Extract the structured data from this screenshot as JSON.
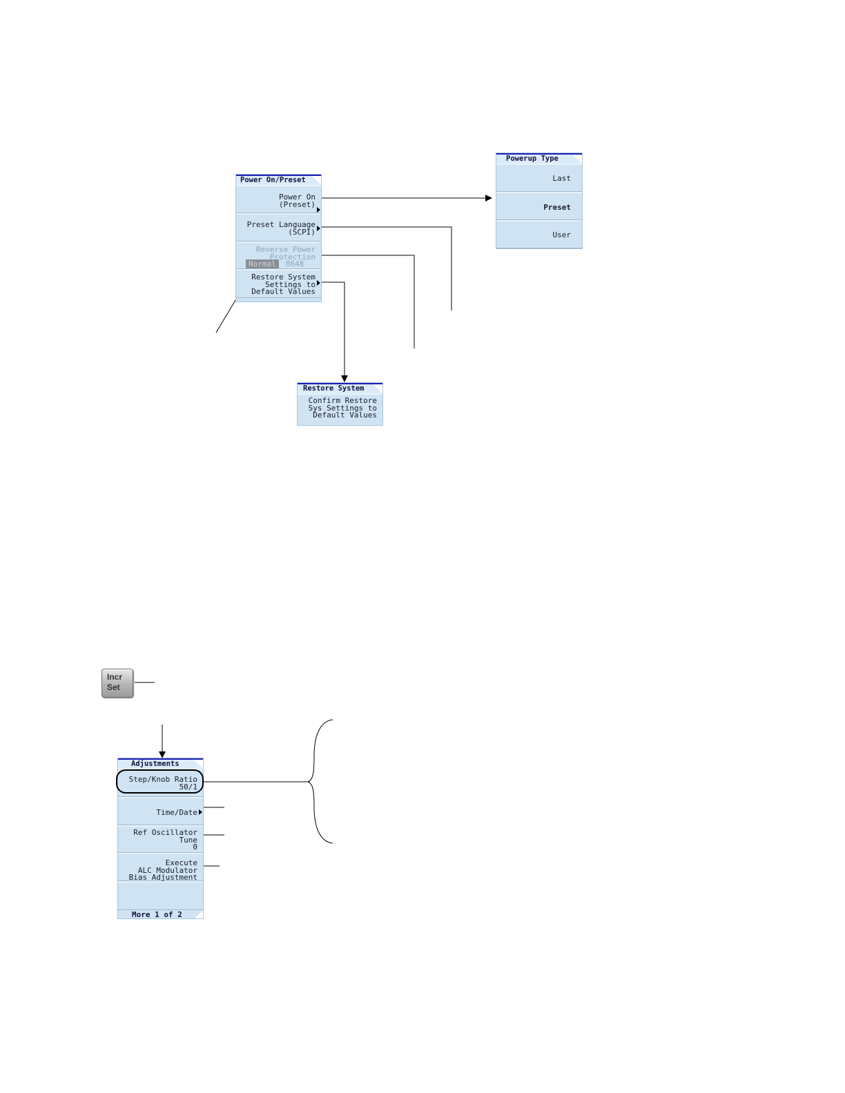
{
  "power_menu": {
    "title": "Power On/Preset",
    "keys": [
      {
        "line1": "Power On",
        "line2": "(Preset)"
      },
      {
        "line1": "Preset Language",
        "line2": "(SCPI)"
      },
      {
        "line1": "Reverse Power",
        "line2": "Protection",
        "toggle_on": "Normal",
        "toggle_off": "8648"
      },
      {
        "line1": "Restore System",
        "line2": "Settings to",
        "line3": "Default Values"
      }
    ]
  },
  "powerup_menu": {
    "title": "Powerup Type",
    "keys": [
      {
        "label": "Last"
      },
      {
        "label": "Preset"
      },
      {
        "label": "User"
      }
    ]
  },
  "restore_menu": {
    "title": "Restore System",
    "keys": [
      {
        "line1": "Confirm Restore",
        "line2": "Sys Settings to",
        "line3": "Default Values"
      }
    ]
  },
  "hardkey": {
    "line1": "Incr",
    "line2": "Set"
  },
  "adjust_menu": {
    "title": "Adjustments",
    "keys": [
      {
        "line1": "Step/Knob Ratio",
        "line2": "50/1"
      },
      {
        "line1": "Time/Date"
      },
      {
        "line1": "Ref Oscillator",
        "line2": "Tune",
        "line3": "0"
      },
      {
        "line1": "Execute",
        "line2": "ALC Modulator",
        "line3": "Bias Adjustment"
      }
    ],
    "footer": "More 1 of 2"
  },
  "colors": {
    "menu_bg": "#cfe3f3",
    "title_bar": "#1d1db5"
  }
}
